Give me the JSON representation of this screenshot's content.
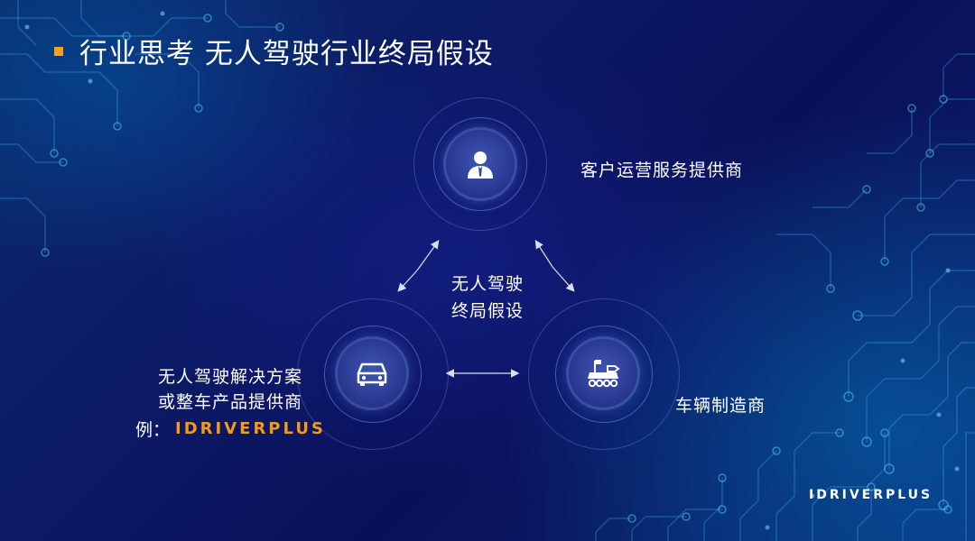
{
  "title": "行业思考 无人驾驶行业终局假设",
  "center": {
    "line1": "无人驾驶",
    "line2": "终局假设"
  },
  "nodes": {
    "top": {
      "label": "客户运营服务提供商",
      "icon": "businessman-icon"
    },
    "left": {
      "line1": "无人驾驶解决方案",
      "line2": "或整车产品提供商",
      "example_prefix": "例：",
      "example_brand": "IDRIVERPLUS",
      "icon": "car-icon"
    },
    "right": {
      "label": "车辆制造商",
      "icon": "robot-vehicle-icon"
    }
  },
  "footer": {
    "brand": "IDRIVERPLUS"
  },
  "colors": {
    "accent": "#f5a313",
    "brand_orange": "#f39a1a",
    "background": "#0c1a66",
    "node": "#2f43a0"
  }
}
